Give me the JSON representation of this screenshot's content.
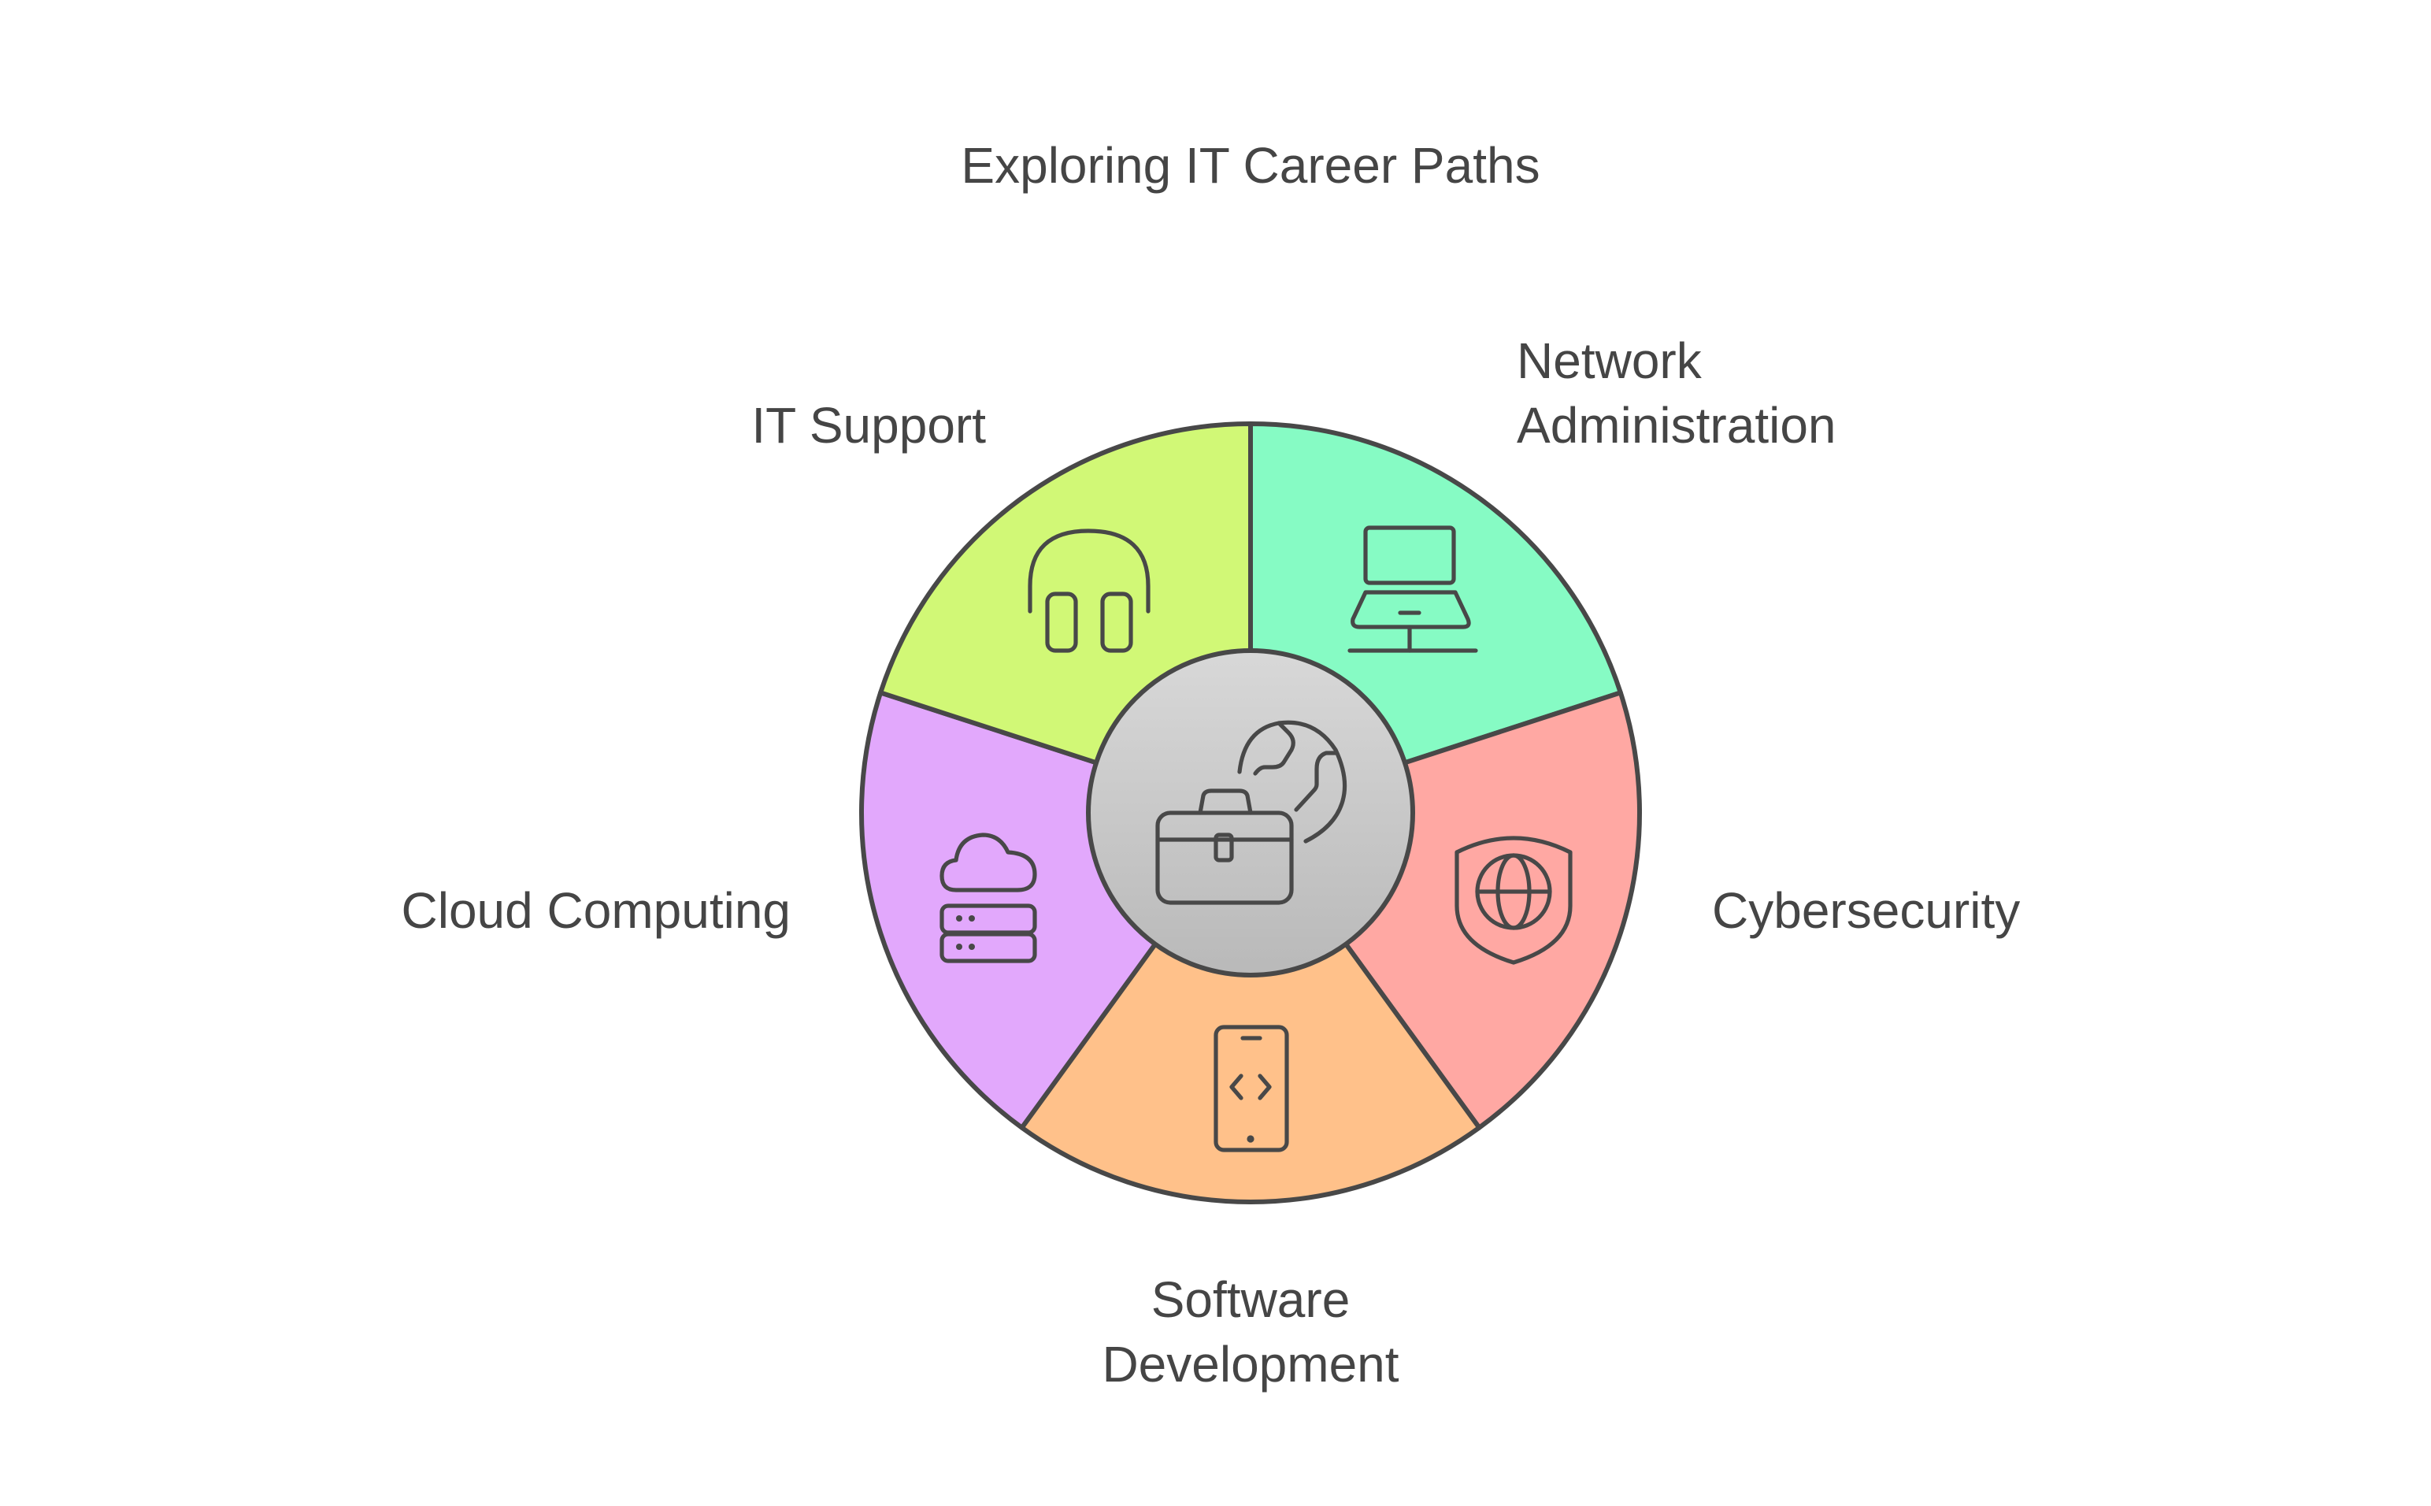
{
  "title": "Exploring IT Career Paths",
  "center": {
    "icon": "briefcase-globe-icon",
    "gradient_top": "#d8d8d8",
    "gradient_bottom": "#b9b9b9"
  },
  "stroke_color": "#484848",
  "segments": [
    {
      "id": "network-administration",
      "lines": [
        "Network",
        "Administration"
      ],
      "color": "#86fbc4",
      "icon": "laptop-icon"
    },
    {
      "id": "cybersecurity",
      "lines": [
        "Cybersecurity"
      ],
      "color": "#ffa8a3",
      "icon": "shield-globe-icon"
    },
    {
      "id": "software-development",
      "lines": [
        "Software",
        "Development"
      ],
      "color": "#ffc18a",
      "icon": "smartphone-code-icon"
    },
    {
      "id": "cloud-computing",
      "lines": [
        "Cloud Computing"
      ],
      "color": "#e2a8fc",
      "icon": "cloud-server-icon"
    },
    {
      "id": "it-support",
      "lines": [
        "IT Support"
      ],
      "color": "#d1f876",
      "icon": "headphones-icon"
    }
  ]
}
